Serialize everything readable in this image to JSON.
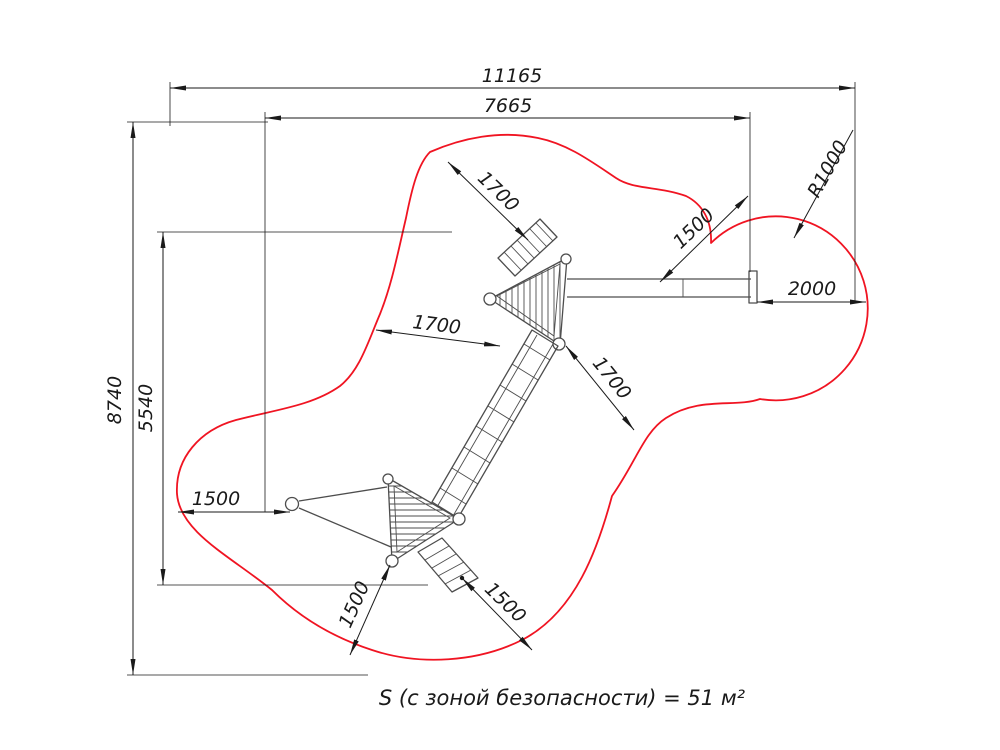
{
  "drawing": {
    "caption": "S (с зоной безопасности) = 51 м²",
    "dims": {
      "overall_width": "11165",
      "inner_width": "7665",
      "overall_height": "8740",
      "inner_height": "5540",
      "ladder_clearance": "1700",
      "top_right_clearance": "1500",
      "corner_radius": "R1000",
      "beam_clearance": "2000",
      "ramp_left_clearance": "1700",
      "ramp_right_clearance": "1700",
      "left_clearance": "1500",
      "bottom_left_clearance": "1500",
      "bottom_mid_clearance": "1500"
    }
  },
  "colors": {
    "zone": "#f01422",
    "dim": "#1a1a1a",
    "structure": "#4d4d4d",
    "bg": "#ffffff"
  }
}
